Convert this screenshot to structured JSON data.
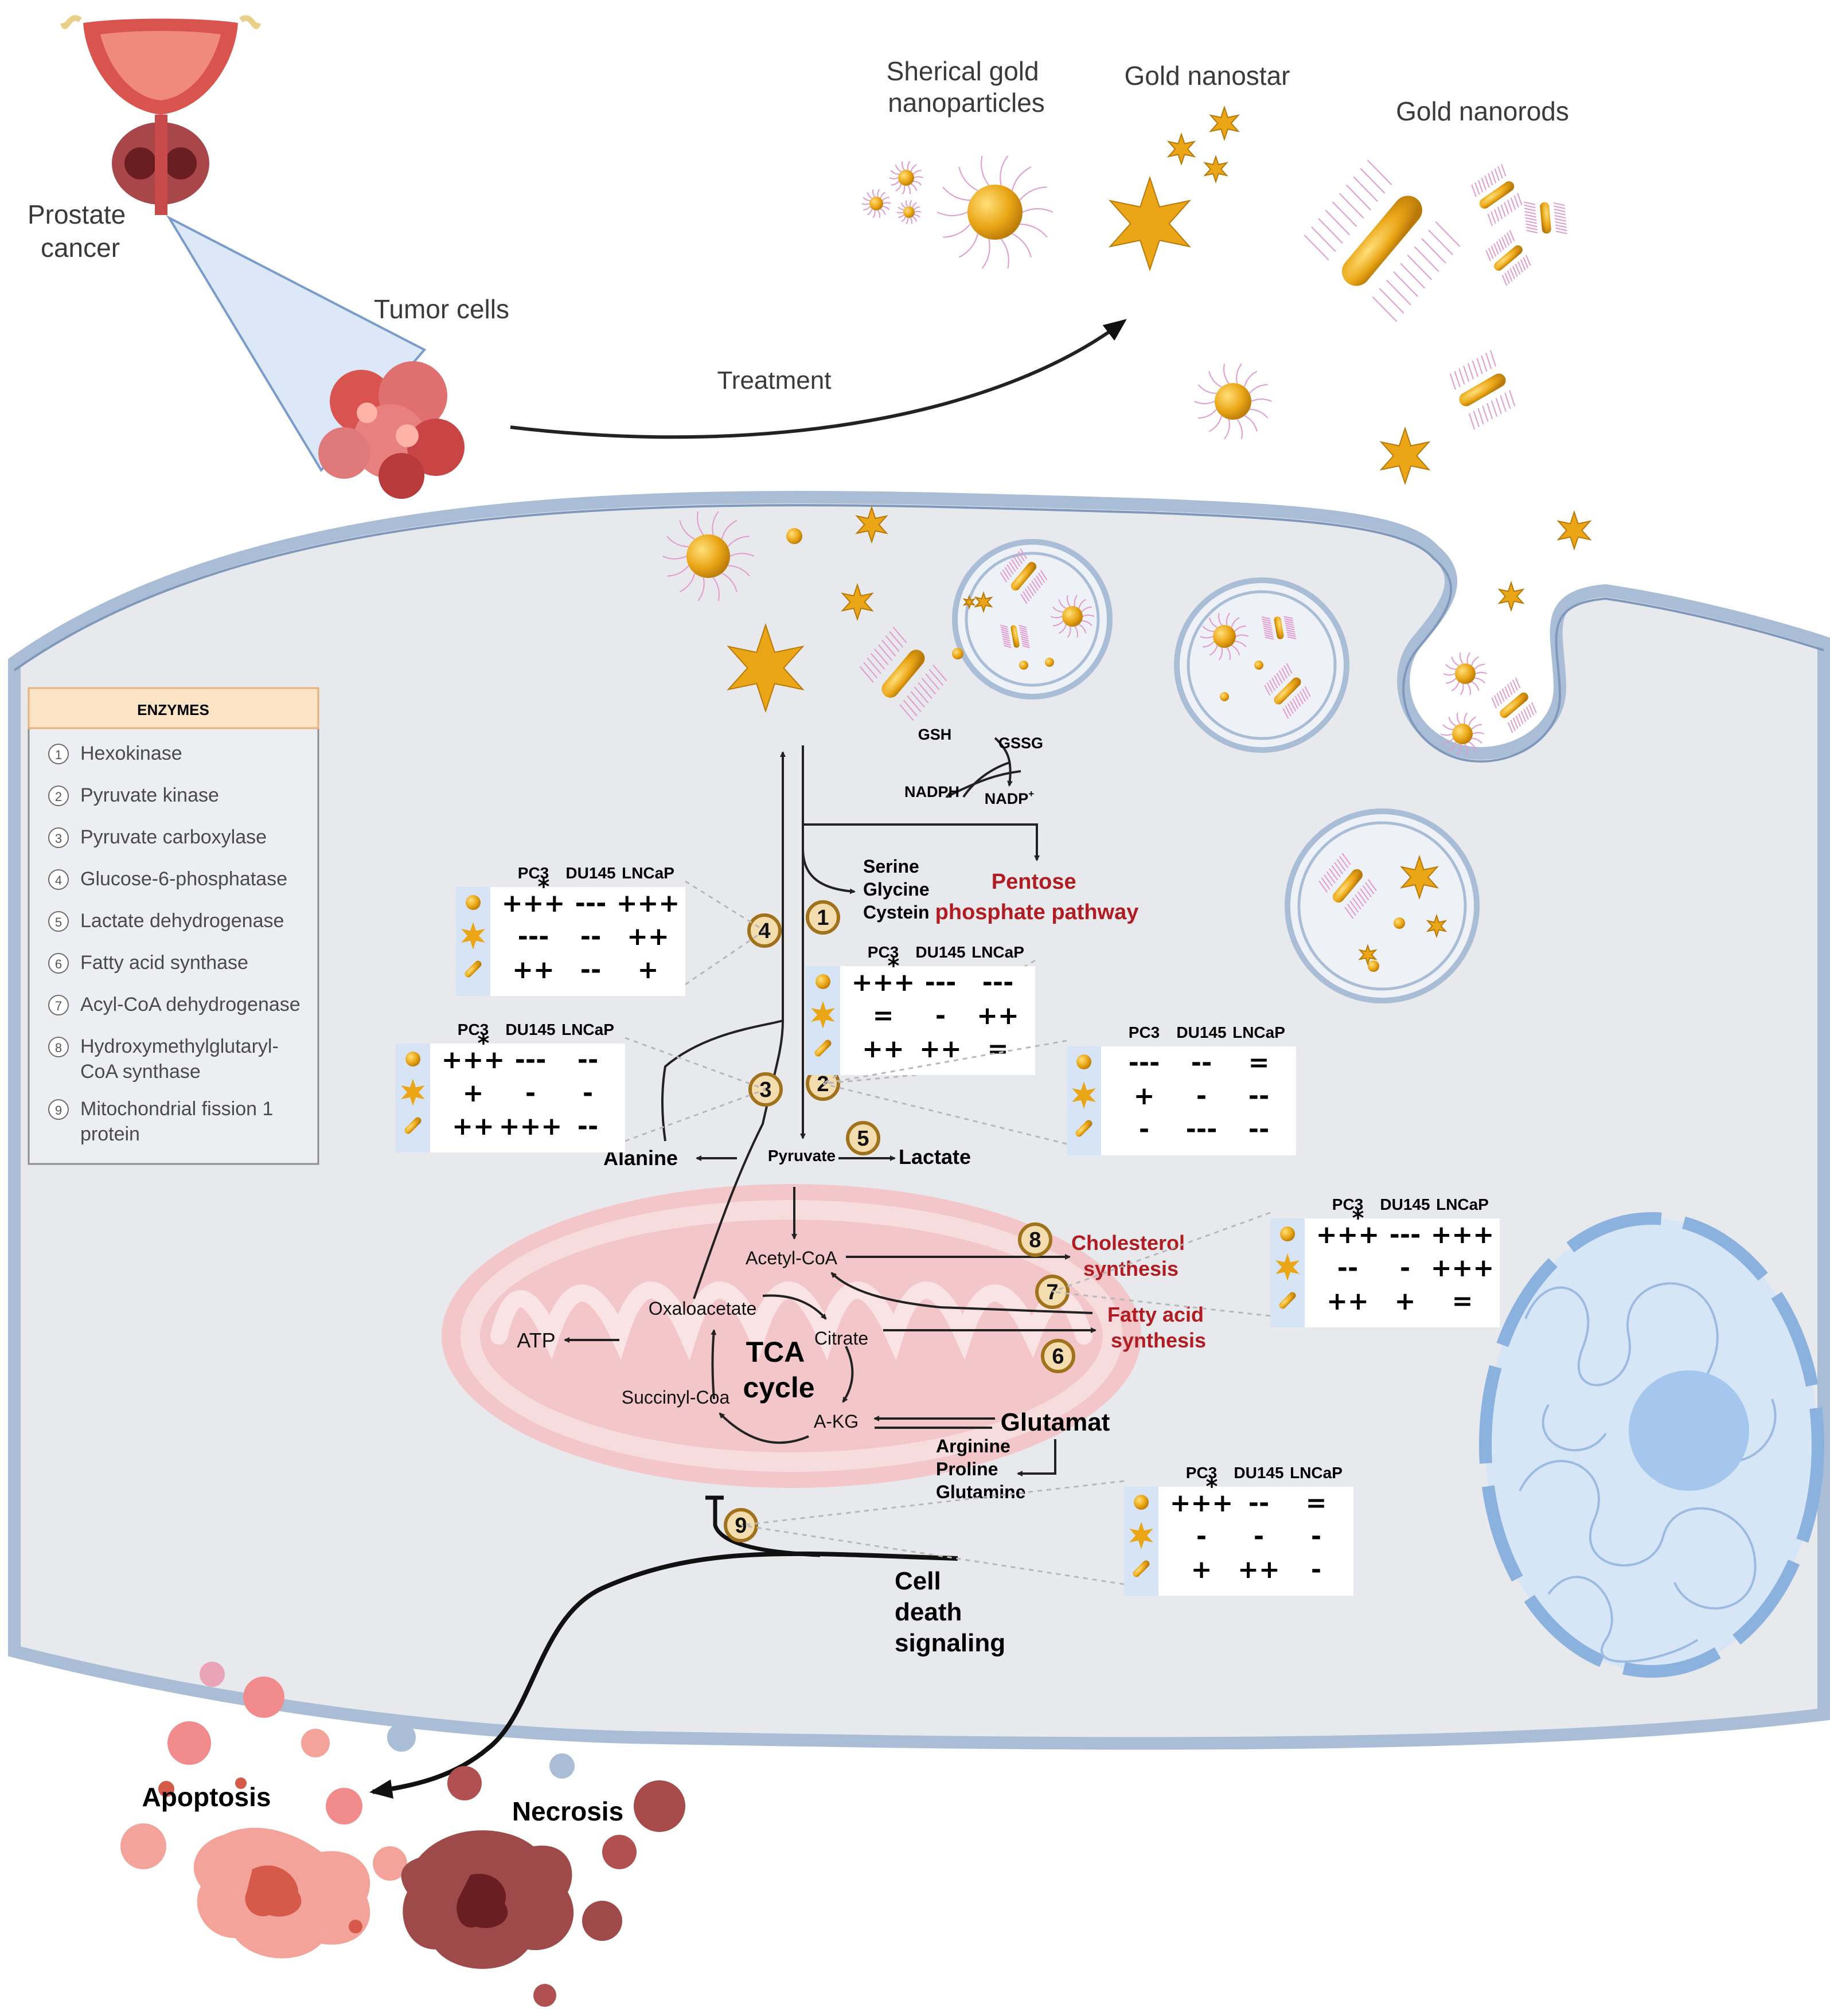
{
  "top": {
    "prostate_label": [
      "Prostate",
      "cancer"
    ],
    "tumor_cells_label": "Tumor cells",
    "treatment_label": "Treatment",
    "spherical_label": [
      "Sherical gold",
      "nanoparticles"
    ],
    "nanostar_label": "Gold nanostar",
    "nanorods_label": "Gold nanorods"
  },
  "legend": {
    "title": "ENZYMES",
    "items": [
      {
        "num": "1",
        "lines": [
          "Hexokinase"
        ]
      },
      {
        "num": "2",
        "lines": [
          "Pyruvate kinase"
        ]
      },
      {
        "num": "3",
        "lines": [
          "Pyruvate carboxylase"
        ]
      },
      {
        "num": "4",
        "lines": [
          "Glucose-6-phosphatase"
        ]
      },
      {
        "num": "5",
        "lines": [
          "Lactate dehydrogenase"
        ]
      },
      {
        "num": "6",
        "lines": [
          "Fatty acid synthase"
        ]
      },
      {
        "num": "7",
        "lines": [
          "Acyl-CoA dehydrogenase"
        ]
      },
      {
        "num": "8",
        "lines": [
          "Hydroxymethylglutaryl-",
          "CoA synthase"
        ]
      },
      {
        "num": "9",
        "lines": [
          "Mitochondrial fission 1",
          "protein"
        ]
      }
    ]
  },
  "pathway": {
    "gsh": "GSH",
    "gssg": "GSSG",
    "nadph": "NADPH",
    "nadp": "NADP",
    "nadp_sup": "+",
    "amino_acids": [
      "Serine",
      "Glycine",
      "Cystein"
    ],
    "pentose": [
      "Pentose",
      "phosphate pathway"
    ],
    "alanine": "Alanine",
    "pyruvate": "Pyruvate",
    "lactate": "Lactate",
    "acetyl_coa": "Acetyl-CoA",
    "cholesterol": [
      "Cholesterol",
      "synthesis"
    ],
    "fatty_acid": [
      "Fatty acid",
      "synthesis"
    ],
    "oxaloacetate": "Oxaloacetate",
    "citrate": "Citrate",
    "tca": [
      "TCA",
      "cycle"
    ],
    "atp": "ATP",
    "succinyl": "Succinyl-Coa",
    "akg": "A-KG",
    "glutamat": "Glutamat",
    "glutamat_sources": [
      "Arginine",
      "Proline",
      "Glutamine"
    ],
    "cell_death": [
      "Cell",
      "death",
      "signaling"
    ],
    "apoptosis": "Apoptosis",
    "necrosis": "Necrosis"
  },
  "table_headers": [
    "PC3",
    "DU145",
    "LNCaP"
  ],
  "enzyme_tables": [
    {
      "enzyme": "4",
      "rows": [
        [
          "+++*",
          "---",
          "+++"
        ],
        [
          "---",
          "--",
          "++"
        ],
        [
          "++",
          "--",
          "+"
        ]
      ]
    },
    {
      "enzyme": "3",
      "rows": [
        [
          "+++*",
          "---",
          "--"
        ],
        [
          "+",
          "-",
          "-"
        ],
        [
          "++",
          "+++",
          "--"
        ]
      ]
    },
    {
      "enzyme": "1",
      "rows": [
        [
          "+++*",
          "---",
          "---"
        ],
        [
          "=",
          "-",
          "++"
        ],
        [
          "++",
          "++",
          "="
        ]
      ]
    },
    {
      "enzyme": "2",
      "rows": [
        [
          "---",
          "--",
          "="
        ],
        [
          "+",
          "-",
          "--"
        ],
        [
          "-",
          "---",
          "--"
        ]
      ]
    },
    {
      "enzyme": "8/7",
      "rows": [
        [
          "+++*",
          "---",
          "+++"
        ],
        [
          "--",
          "-",
          "+++"
        ],
        [
          "++",
          "+",
          "="
        ]
      ]
    },
    {
      "enzyme": "9",
      "rows": [
        [
          "+++*",
          "--",
          "="
        ],
        [
          "-",
          "-",
          "-"
        ],
        [
          "+",
          "++",
          "-"
        ]
      ]
    }
  ],
  "colors": {
    "cell_fill": "#e8e9ec",
    "membrane": "#a9bdd6",
    "gold": "#e8a317",
    "marker_fill": "#f3dcae",
    "marker_stroke": "#a0721c",
    "red_text": "#b01c22",
    "mito": "#f3c6ca",
    "nucleus": "#bcd6f2"
  }
}
